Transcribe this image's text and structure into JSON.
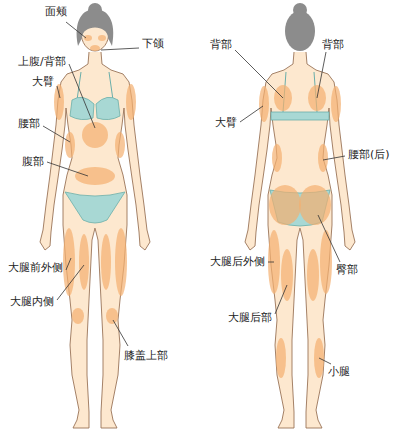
{
  "diagram": {
    "labels": [
      "面颊",
      "下颌",
      "上腹/背部",
      "大臂",
      "腰部",
      "腹部",
      "大腿前外侧",
      "大腿内侧",
      "膝盖上部",
      "背部",
      "背部",
      "大臂",
      "腰部(后)",
      "大腿后外侧",
      "臀部",
      "大腿后部",
      "小腿"
    ]
  }
}
